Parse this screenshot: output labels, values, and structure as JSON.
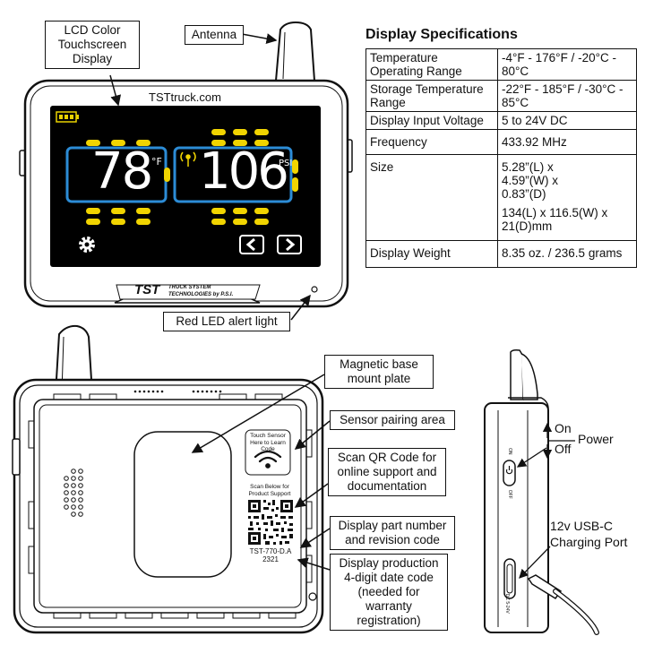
{
  "callouts": {
    "lcd": "LCD Color Touchscreen Display",
    "antenna": "Antenna",
    "red_led": "Red LED alert light",
    "magnetic": "Magnetic base mount plate",
    "sensor_pairing": "Sensor pairing area",
    "qr": "Scan QR Code for online support and documentation",
    "part_number": "Display part number and revision code",
    "date_code": "Display production 4-digit date code (needed for warranty registration)"
  },
  "device": {
    "brand_url": "TSTtruck.com",
    "temp_value": "78",
    "temp_unit": "°F",
    "pressure_value": "106",
    "pressure_unit": "PSI",
    "logo": "TST",
    "logo_tagline": "TRUCK SYSTEM TECHNOLOGIES by P.S.I."
  },
  "back": {
    "touch_text": "Touch Sensor Here to Learn Code",
    "scan_text": "Scan Below for Product Support",
    "part_code": "TST-770-D.A",
    "date_code": "2321"
  },
  "side": {
    "on": "On",
    "off": "Off",
    "power": "Power",
    "side_on": "ON",
    "side_off": "OFF",
    "side_dc": "DC 5-24V",
    "usb_label": "12v USB-C Charging Port"
  },
  "specs": {
    "title": "Display Specifications",
    "rows": [
      {
        "k": "Temperature Operating Range",
        "v": "-4°F - 176°F / -20°C - 80°C"
      },
      {
        "k": "Storage Temperature Range",
        "v": "-22°F - 185°F / -30°C - 85°C"
      },
      {
        "k": "Display Input Voltage",
        "v": "5 to 24V DC"
      },
      {
        "k": "Frequency",
        "v": "433.92 MHz"
      },
      {
        "k": "Size",
        "v": "5.28”(L) x 4.59”(W) x 0.83”(D)",
        "v2": "134(L) x 116.5(W) x 21(D)mm"
      },
      {
        "k": "Display Weight",
        "v": "8.35 oz. / 236.5 grams"
      }
    ]
  }
}
